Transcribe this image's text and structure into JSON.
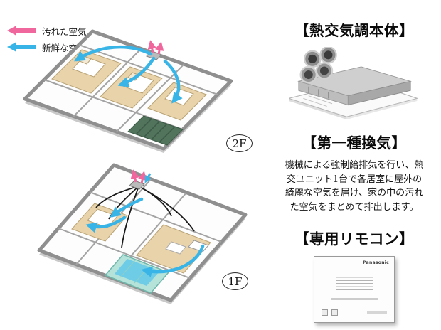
{
  "legend": {
    "items": [
      {
        "label": "汚れた空気",
        "icon": "left-arrow"
      },
      {
        "label": "新鮮な空気",
        "icon": "left-arrow"
      }
    ]
  },
  "colors": {
    "dirty_air": "#f0679e",
    "fresh_air": "#39b4e6"
  },
  "floor_plans": {
    "second_floor": {
      "label": "2F"
    },
    "first_floor": {
      "label": "1F"
    }
  },
  "panels": {
    "unit": {
      "title": "【熱交気調本体】"
    },
    "ventilation": {
      "title": "【第一種換気】",
      "description": "機械による強制給排気を行い、熱交ユニット1台で各居室に屋外の綺麗な空気を届け、家の中の汚れた空気をまとめて排出します。"
    },
    "remote": {
      "title": "【専用リモコン】",
      "brand": "Panasonic"
    }
  }
}
